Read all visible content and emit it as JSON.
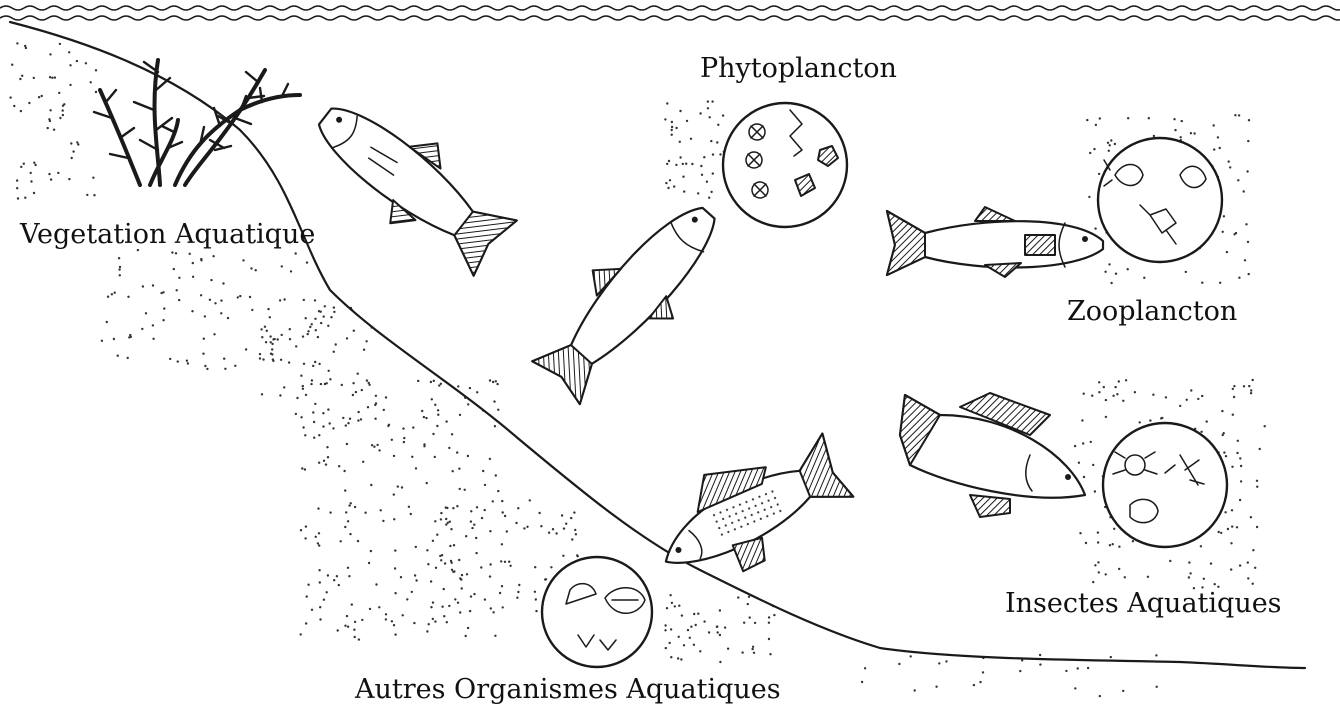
{
  "diagram": {
    "labels": {
      "vegetation": "Vegetation Aquatique",
      "phytoplancton": "Phytoplancton",
      "zooplancton": "Zooplancton",
      "insectes": "Insectes Aquatiques",
      "autres": "Autres Organismes Aquatiques"
    }
  }
}
